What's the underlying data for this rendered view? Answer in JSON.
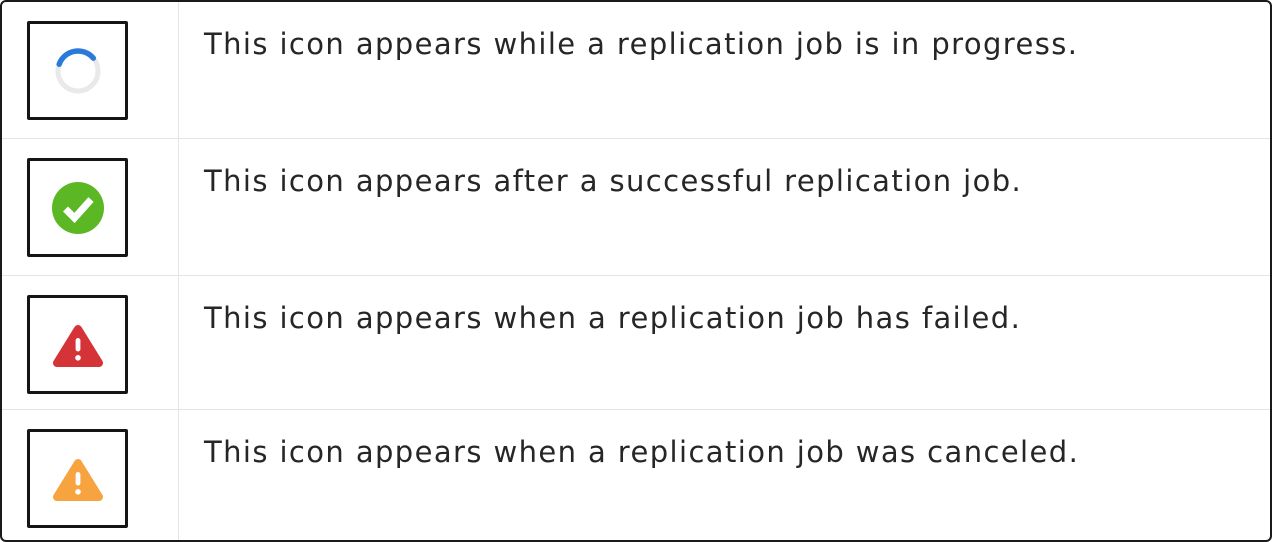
{
  "colors": {
    "spinner_blue": "#2a7ad9",
    "spinner_track": "#e9e9e9",
    "success_green": "#5bb724",
    "failed_red": "#d43438",
    "canceled_orange": "#f7a440",
    "glyph_white": "#ffffff",
    "text": "#262626",
    "divider": "#e4e4e4",
    "outer_border": "#1a1a1a",
    "icon_box_border": "#151515"
  },
  "rows": [
    {
      "icon": "progress-spinner",
      "description": "This icon appears while a replication job is in progress."
    },
    {
      "icon": "success-check",
      "description": "This icon appears after a successful replication job."
    },
    {
      "icon": "failed-alert",
      "description": "This icon appears when a replication job has failed."
    },
    {
      "icon": "canceled-alert",
      "description": "This icon appears when a replication job was canceled."
    }
  ]
}
